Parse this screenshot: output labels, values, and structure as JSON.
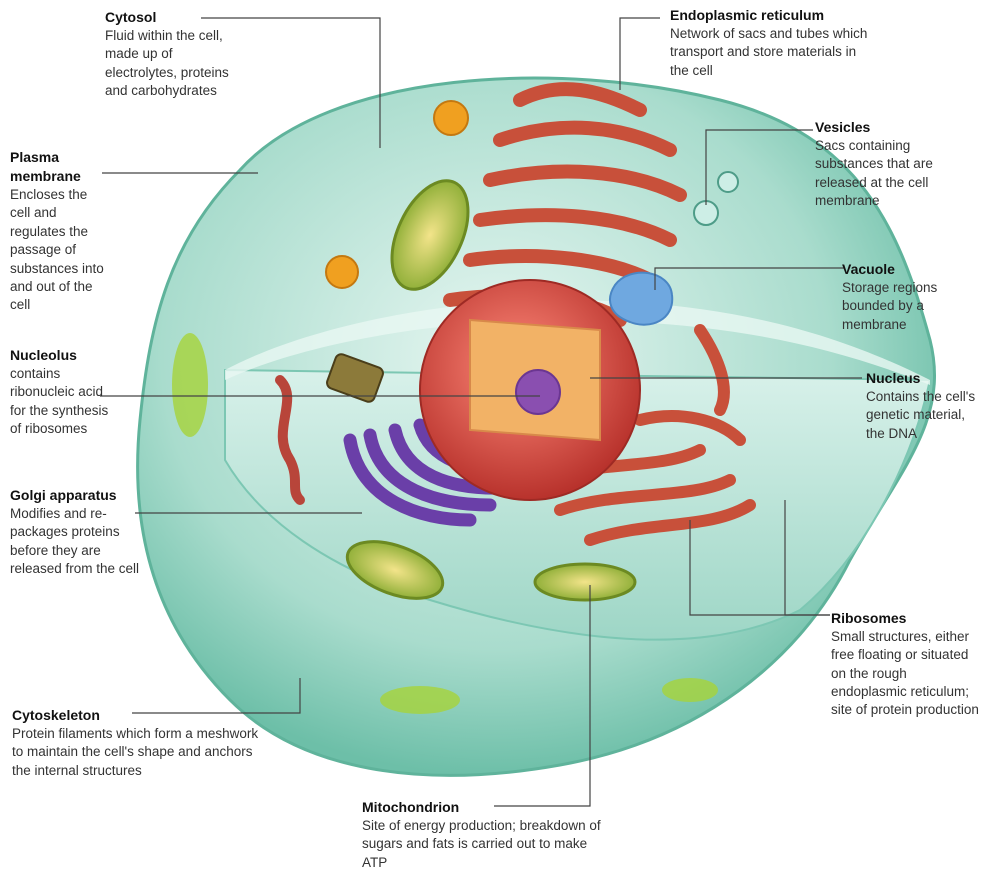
{
  "labels": {
    "cytosol": {
      "title": "Cytosol",
      "text": "Fluid within the cell, made up of electrolytes, proteins and carbohydrates"
    },
    "plasma_membrane": {
      "title": "Plasma membrane",
      "text": "Encloses the cell and regulates the passage of substances into and out of the cell"
    },
    "nucleolus": {
      "title": "Nucleolus",
      "text": "contains ribonucleic acid for the synthesis of ribosomes"
    },
    "golgi": {
      "title": "Golgi apparatus",
      "text": "Modifies and re-packages proteins before they are released from the cell"
    },
    "cytoskeleton": {
      "title": "Cytoskeleton",
      "text": "Protein filaments which form a meshwork to maintain the cell's shape and anchors the internal structures"
    },
    "mitochondrion": {
      "title": "Mitochondrion",
      "text": "Site of energy production; breakdown of sugars and fats is carried out to make ATP"
    },
    "ribosomes": {
      "title": "Ribosomes",
      "text": "Small structures, either free floating or situated on the rough endoplasmic reticulum; site of protein production"
    },
    "nucleus": {
      "title": "Nucleus",
      "text": "Contains the cell's genetic material, the DNA"
    },
    "vacuole": {
      "title": "Vacuole",
      "text": "Storage regions bounded by a membrane"
    },
    "vesicles": {
      "title": "Vesicles",
      "text": "Sacs containing substances that are released at the cell membrane"
    },
    "er": {
      "title": "Endoplasmic reticulum",
      "text": "Network of sacs and tubes which transport and store materials in the cell"
    }
  },
  "colors": {
    "cell_outer": "#8fd3c2",
    "cell_inner": "#c9ece3",
    "cut_face": "#b7e3da",
    "er": "#c8503a",
    "golgi": "#6a3fa8",
    "mitochondria": "#b9d13c",
    "nucleus": "#d9473d",
    "nucleus_inner": "#f0a85a",
    "vacuole": "#6fa8e0",
    "leader": "#444444"
  }
}
